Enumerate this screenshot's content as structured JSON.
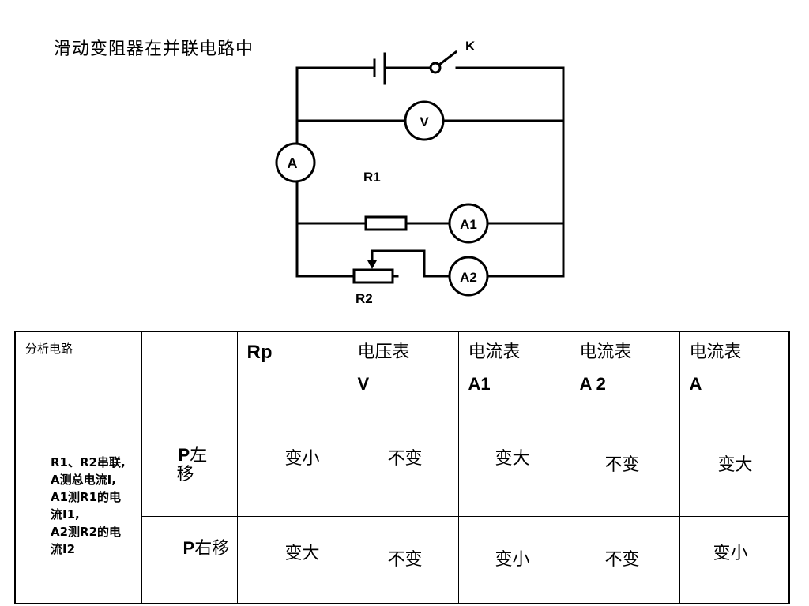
{
  "title": "滑动变阻器在并联电路中",
  "circuit": {
    "switch_label": "K",
    "voltmeter_label": "V",
    "ammeter_main_label": "A",
    "r1_label": "R1",
    "a1_label": "A1",
    "a2_label": "A2",
    "r2_label": "R2"
  },
  "table": {
    "corner_label": "分析电路",
    "headers": {
      "rp": "Rp",
      "v_line1": "电压表",
      "v_line2": "V",
      "a1_line1": "电流表",
      "a1_line2": "A1",
      "a2_line1": "电流表",
      "a2_line2": "A 2",
      "a_line1": "电流表",
      "a_line2": "A"
    },
    "analysis_lines": [
      "R1、R2串联,",
      "A测总电流I,",
      "A1测R1的电",
      "流I1,",
      "A2测R2的电",
      "流I2"
    ],
    "rows": [
      {
        "dir_p": "P",
        "dir_rest1": "左",
        "dir_rest2": "移",
        "rp": "变小",
        "v": "不变",
        "a1": "变大",
        "a2": "不变",
        "a": "变大"
      },
      {
        "dir_p": "P",
        "dir_rest1": "右移",
        "dir_rest2": "",
        "rp": "变大",
        "v": "不变",
        "a1": "变小",
        "a2": "不变",
        "a": "变小"
      }
    ]
  }
}
